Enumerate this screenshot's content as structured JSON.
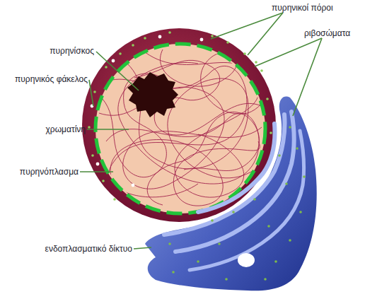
{
  "diagram": {
    "labels": [
      "πυρηνικοί πόροι",
      "ριβοσώματα",
      "πυρηνίσκος",
      "πυρηνικός φάκελος",
      "χρωματίνη",
      "πυρηνόπλασμα",
      "ενδοπλασματικό δίκτυο"
    ]
  }
}
